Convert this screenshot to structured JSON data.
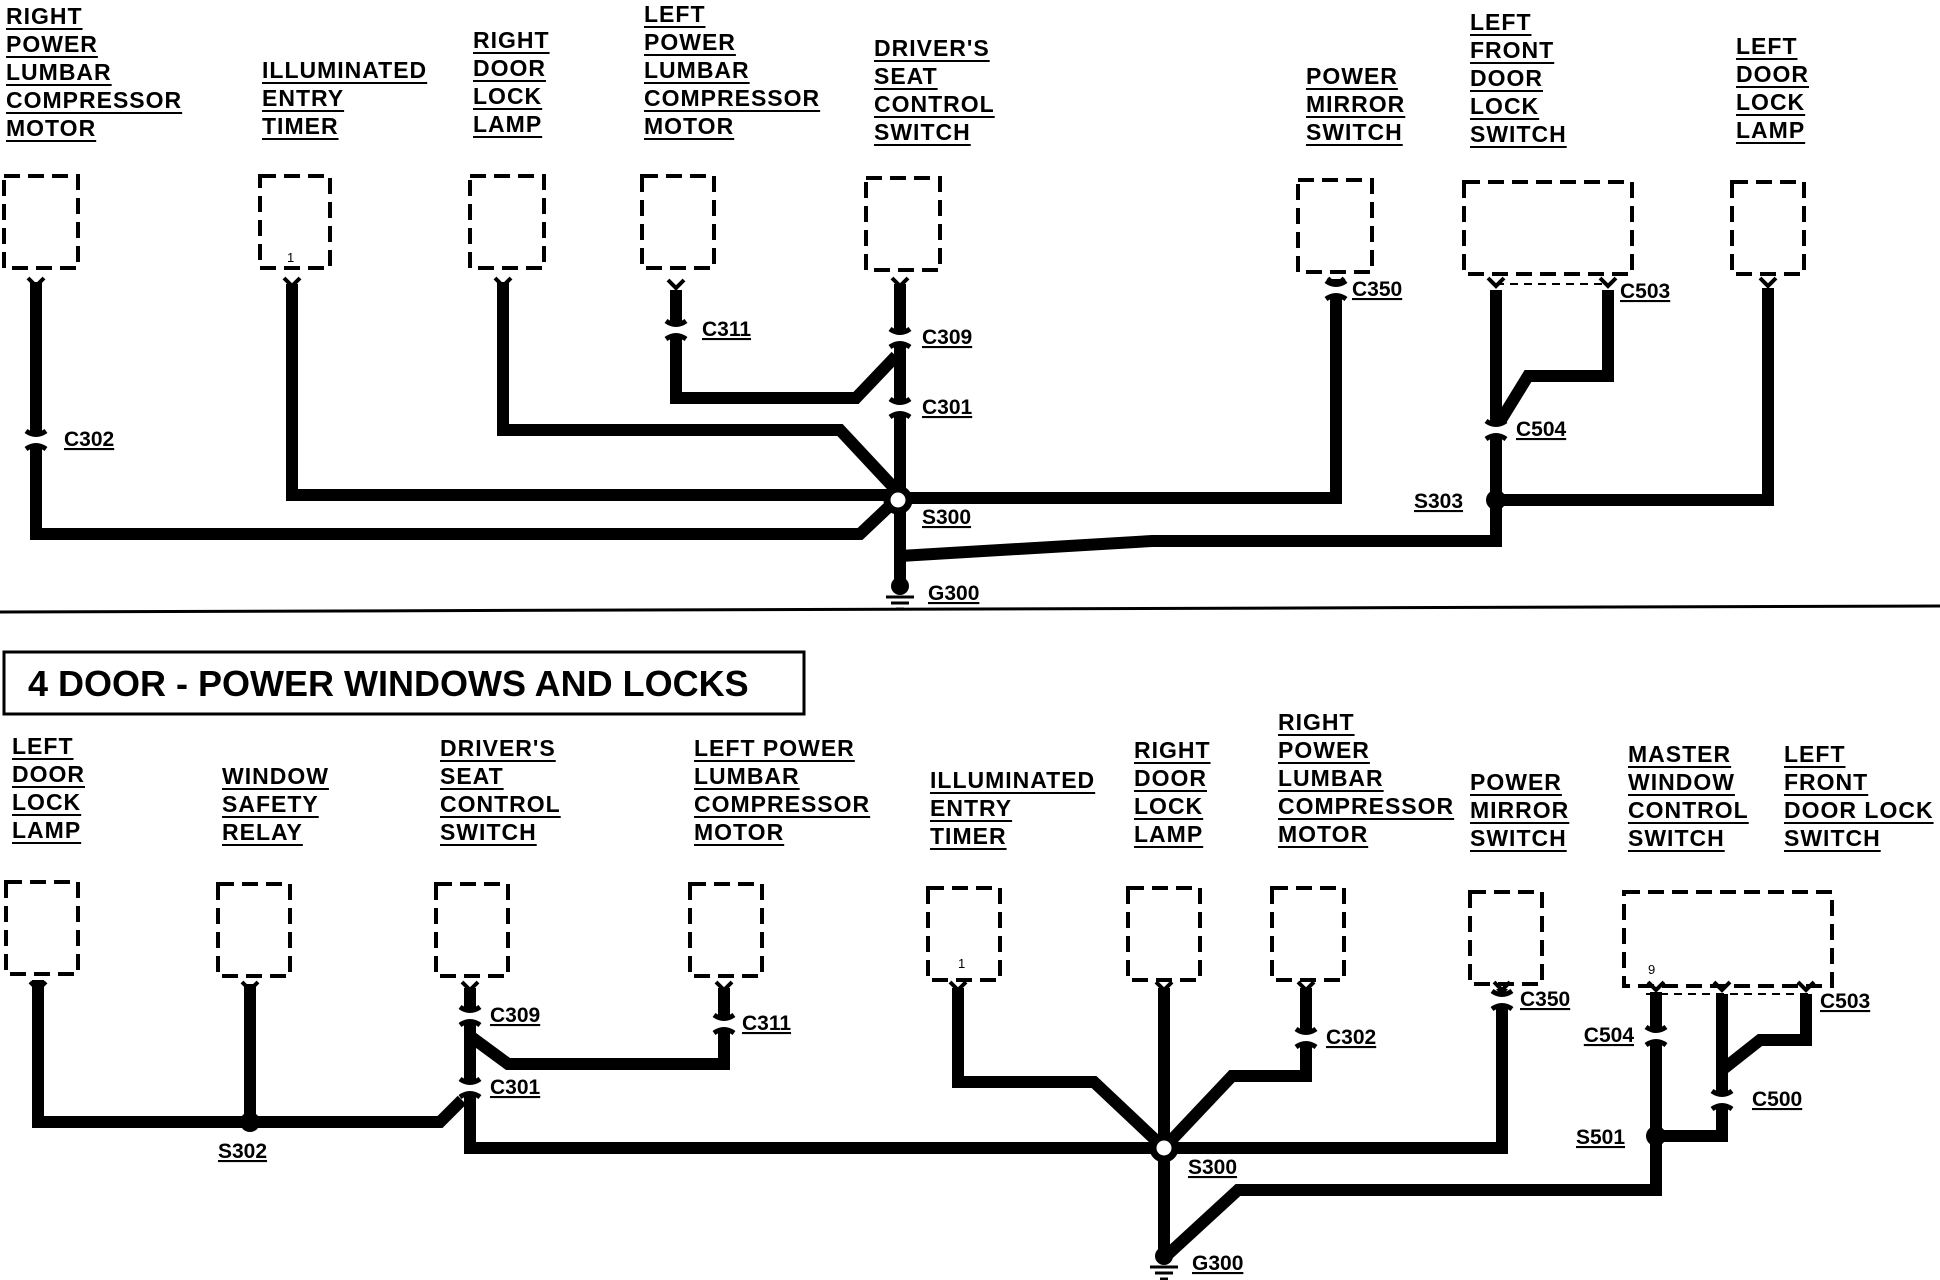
{
  "title": "4 DOOR - POWER WINDOWS AND LOCKS",
  "top": {
    "components": [
      {
        "id": "t_rplcm",
        "lines": [
          "RIGHT",
          "POWER",
          "LUMBAR",
          "COMPRESSOR",
          "MOTOR"
        ]
      },
      {
        "id": "t_iet",
        "lines": [
          "ILLUMINATED",
          "ENTRY",
          "TIMER"
        ],
        "pin": "1"
      },
      {
        "id": "t_rdll",
        "lines": [
          "RIGHT",
          "DOOR",
          "LOCK",
          "LAMP"
        ]
      },
      {
        "id": "t_lplcm",
        "lines": [
          "LEFT",
          "POWER",
          "LUMBAR",
          "COMPRESSOR",
          "MOTOR"
        ]
      },
      {
        "id": "t_dscs",
        "lines": [
          "DRIVER'S",
          "SEAT",
          "CONTROL",
          "SWITCH"
        ]
      },
      {
        "id": "t_pms",
        "lines": [
          "POWER",
          "MIRROR",
          "SWITCH"
        ]
      },
      {
        "id": "t_lfdls",
        "lines": [
          "LEFT",
          "FRONT",
          "DOOR",
          "LOCK",
          "SWITCH"
        ]
      },
      {
        "id": "t_ldll",
        "lines": [
          "LEFT",
          "DOOR",
          "LOCK",
          "LAMP"
        ]
      }
    ],
    "connectors": [
      "C302",
      "C311",
      "C309",
      "C301",
      "C350",
      "C503",
      "C504"
    ],
    "splices": [
      "S300",
      "S303"
    ],
    "ground": "G300"
  },
  "bottom": {
    "components": [
      {
        "id": "b_ldll",
        "lines": [
          "LEFT",
          "DOOR",
          "LOCK",
          "LAMP"
        ]
      },
      {
        "id": "b_wsr",
        "lines": [
          "WINDOW",
          "SAFETY",
          "RELAY"
        ]
      },
      {
        "id": "b_dscs",
        "lines": [
          "DRIVER'S",
          "SEAT",
          "CONTROL",
          "SWITCH"
        ]
      },
      {
        "id": "b_lplcm",
        "lines": [
          "LEFT  POWER",
          "LUMBAR",
          "COMPRESSOR",
          "MOTOR"
        ]
      },
      {
        "id": "b_iet",
        "lines": [
          "ILLUMINATED",
          "ENTRY",
          "TIMER"
        ],
        "pin": "1"
      },
      {
        "id": "b_rdll",
        "lines": [
          "RIGHT",
          "DOOR",
          "LOCK",
          "LAMP"
        ]
      },
      {
        "id": "b_rplcm",
        "lines": [
          "RIGHT",
          "POWER",
          "LUMBAR",
          "COMPRESSOR",
          "MOTOR"
        ]
      },
      {
        "id": "b_pms",
        "lines": [
          "POWER",
          "MIRROR",
          "SWITCH"
        ]
      },
      {
        "id": "b_mwcs",
        "lines": [
          "MASTER",
          "WINDOW",
          "CONTROL",
          "SWITCH"
        ],
        "pin": "9"
      },
      {
        "id": "b_lfdls",
        "lines": [
          "LEFT",
          "FRONT",
          "DOOR LOCK",
          "SWITCH"
        ]
      }
    ],
    "connectors": [
      "C309",
      "C311",
      "C301",
      "C302",
      "C350",
      "C504",
      "C503",
      "C500"
    ],
    "splices": [
      "S302",
      "S300",
      "S501"
    ],
    "ground": "G300"
  }
}
